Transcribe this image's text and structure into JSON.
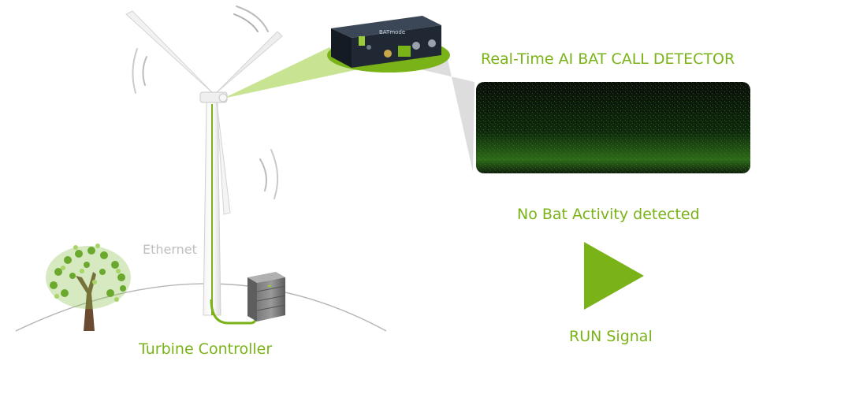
{
  "colors": {
    "accent": "#7ab317",
    "accent_light": "#9bcd3a",
    "label_gray": "#bfbfbf",
    "spectrogram_bg": "#0b130a"
  },
  "detector": {
    "title": "Real-Time AI BAT CALL DETECTOR",
    "status": "No Bat Activity detected"
  },
  "signal": {
    "label": "RUN Signal",
    "icon": "play-triangle-icon"
  },
  "network": {
    "connection_label": "Ethernet",
    "controller_label": "Turbine Controller"
  },
  "device": {
    "brand": "BATmode"
  }
}
